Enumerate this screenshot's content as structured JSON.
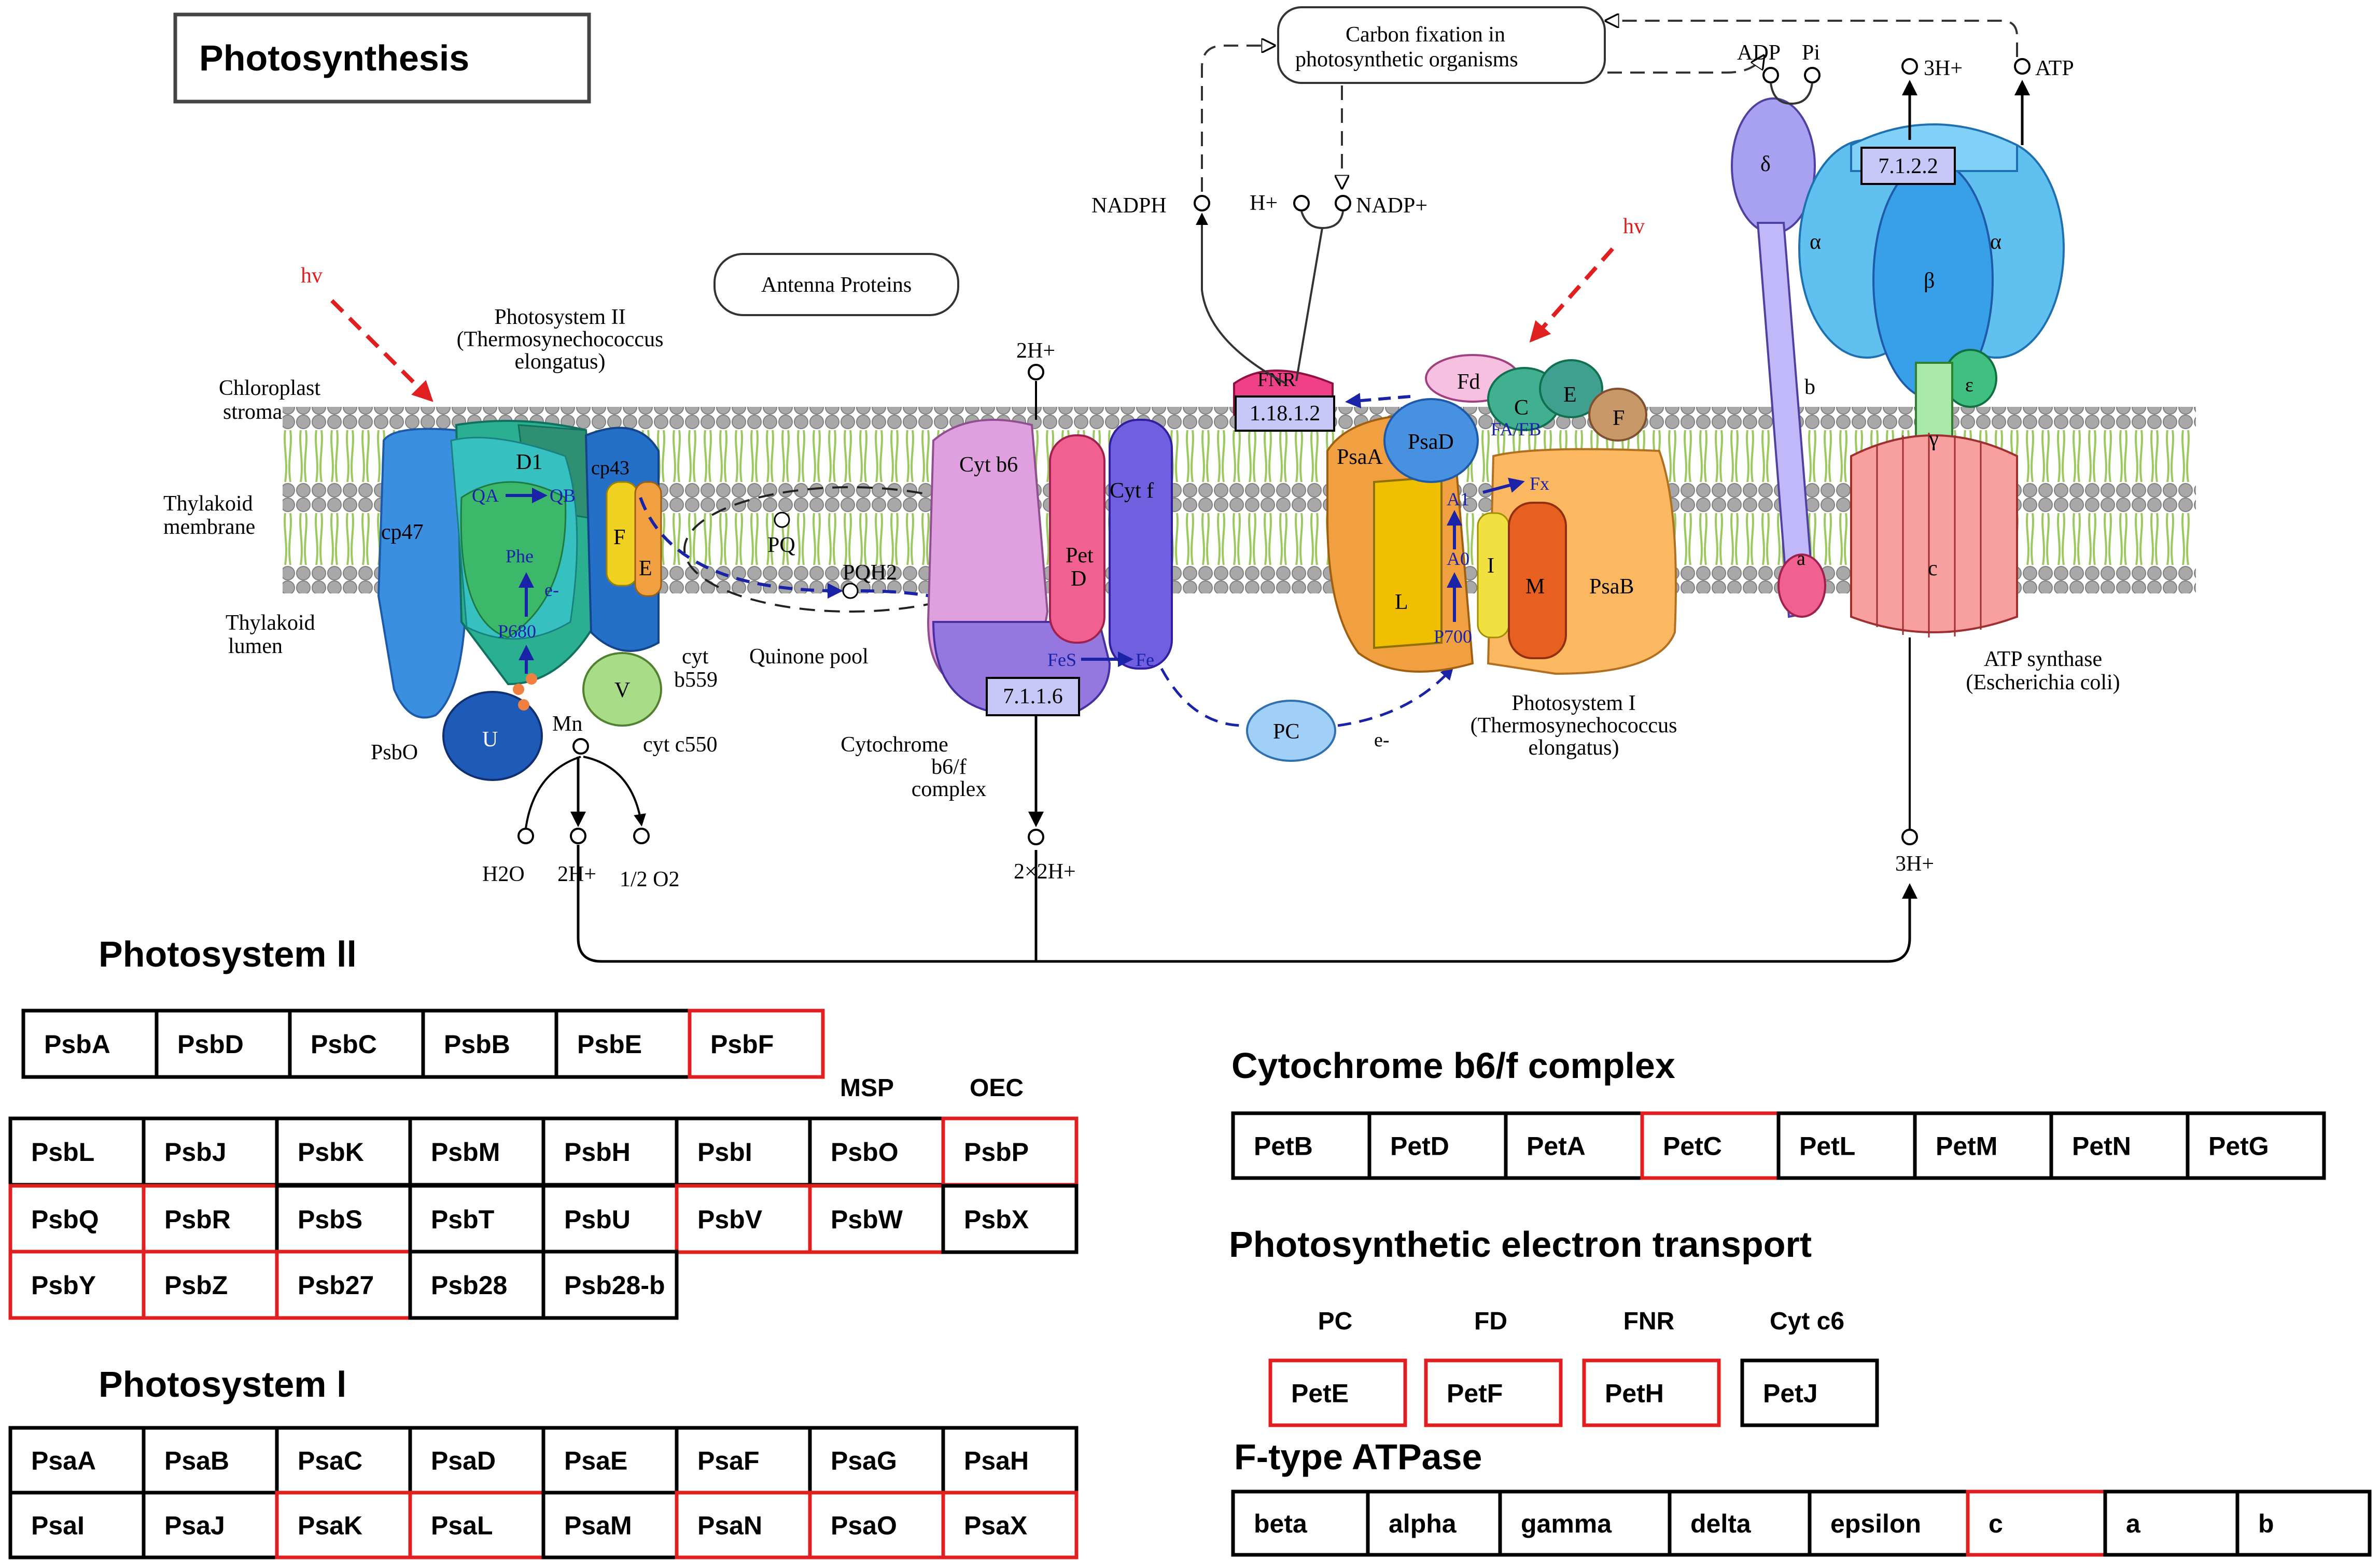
{
  "title": "Photosynthesis",
  "diagram": {
    "hv": "hv",
    "carbon_fixation": [
      "Carbon fixation in",
      "photosynthetic organisms"
    ],
    "antenna": "Antenna Proteins",
    "stroma": [
      "Chloroplast",
      "stroma"
    ],
    "membrane": [
      "Thylakoid",
      "membrane"
    ],
    "lumen": [
      "Thylakoid",
      "lumen"
    ],
    "psii_title": [
      "Photosystem II",
      "(Thermosynechococcus",
      "elongatus)"
    ],
    "psi_title": [
      "Photosystem I",
      "(Thermosynechococcus",
      "elongatus)"
    ],
    "cytb6f_title": [
      "Cytochrome",
      "b6/f",
      "complex"
    ],
    "atp_title": [
      "ATP synthase",
      "(Escherichia coli)"
    ],
    "quinone_pool": "Quinone pool",
    "ec_fnr": "1.18.1.2",
    "ec_cytb6f": "7.1.1.6",
    "ec_atp": "7.1.2.2",
    "cpd": {
      "nadph": "NADPH",
      "hplus": "H+",
      "nadp": "NADP+",
      "adp": "ADP",
      "pi": "Pi",
      "h3": "3H+",
      "atp": "ATP",
      "h2_top": "2H+",
      "h2o": "H2O",
      "h2_bot": "2H+",
      "o2": "1/2 O2",
      "h2x2": "2×2H+",
      "h3_bot": "3H+",
      "mn": "Mn",
      "em": "e-"
    },
    "psii": {
      "cp47": "cp47",
      "d1": "D1",
      "cp43": "cp43",
      "qa": "QA",
      "qb": "QB",
      "phe": "Phe",
      "e": "e-",
      "p680": "P680",
      "f": "F",
      "e2": "E",
      "u": "U",
      "v": "V",
      "psbo": "PsbO",
      "cyt559": [
        "cyt",
        "b559"
      ],
      "cytc550": "cyt c550",
      "pq": "PQ",
      "pqh2": "PQH2"
    },
    "cyt": {
      "cytb6": "Cyt b6",
      "pet": [
        "Pet",
        "D"
      ],
      "cytf": "Cyt f",
      "fes": "FeS",
      "fe": "Fe",
      "pc": "PC"
    },
    "psi": {
      "fnr": "FNR",
      "fd": "Fd",
      "psaa": "PsaA",
      "psad": "PsaD",
      "c": "C",
      "e": "E",
      "f": "F",
      "fafb": "FA/FB",
      "fx": "Fx",
      "a1": "A1",
      "a0": "A0",
      "p700": "P700",
      "l": "L",
      "i": "I",
      "m": "M",
      "psab": "PsaB"
    },
    "atps": {
      "delta": "δ",
      "alpha1": "α",
      "alpha2": "α",
      "beta": "β",
      "epsilon": "ε",
      "gamma": "γ",
      "b": "b",
      "a": "a",
      "c": "c"
    }
  },
  "gene_sections": {
    "psii": {
      "title": "Photosystem ll",
      "msp": "MSP",
      "oec": "OEC",
      "rows": [
        [
          [
            "PsbA",
            0
          ],
          [
            "PsbD",
            0
          ],
          [
            "PsbC",
            0
          ],
          [
            "PsbB",
            0
          ],
          [
            "PsbE",
            0
          ],
          [
            "PsbF",
            1
          ]
        ],
        [
          [
            "PsbL",
            0
          ],
          [
            "PsbJ",
            0
          ],
          [
            "PsbK",
            0
          ],
          [
            "PsbM",
            0
          ],
          [
            "PsbH",
            0
          ],
          [
            "PsbI",
            0
          ],
          [
            "PsbO",
            0
          ],
          [
            "PsbP",
            1
          ]
        ],
        [
          [
            "PsbQ",
            1
          ],
          [
            "PsbR",
            1
          ],
          [
            "PsbS",
            0
          ],
          [
            "PsbT",
            0
          ],
          [
            "PsbU",
            0
          ],
          [
            "PsbV",
            1
          ],
          [
            "PsbW",
            1
          ],
          [
            "PsbX",
            0
          ]
        ],
        [
          [
            "PsbY",
            1
          ],
          [
            "PsbZ",
            1
          ],
          [
            "Psb27",
            1
          ],
          [
            "Psb28",
            0
          ],
          [
            "Psb28-b",
            0
          ]
        ]
      ]
    },
    "psi": {
      "title": "Photosystem l",
      "rows": [
        [
          [
            "PsaA",
            0
          ],
          [
            "PsaB",
            0
          ],
          [
            "PsaC",
            0
          ],
          [
            "PsaD",
            0
          ],
          [
            "PsaE",
            0
          ],
          [
            "PsaF",
            0
          ],
          [
            "PsaG",
            0
          ],
          [
            "PsaH",
            0
          ]
        ],
        [
          [
            "PsaI",
            0
          ],
          [
            "PsaJ",
            0
          ],
          [
            "PsaK",
            1
          ],
          [
            "PsaL",
            1
          ],
          [
            "PsaM",
            0
          ],
          [
            "PsaN",
            1
          ],
          [
            "PsaO",
            1
          ],
          [
            "PsaX",
            1
          ]
        ]
      ]
    },
    "cyt": {
      "title": "Cytochrome b6/f complex",
      "row": [
        [
          "PetB",
          0
        ],
        [
          "PetD",
          0
        ],
        [
          "PetA",
          0
        ],
        [
          "PetC",
          1
        ],
        [
          "PetL",
          0
        ],
        [
          "PetM",
          0
        ],
        [
          "PetN",
          0
        ],
        [
          "PetG",
          0
        ]
      ]
    },
    "pet": {
      "title": "Photosynthetic electron transport",
      "items": [
        [
          "PC",
          "PetE",
          1
        ],
        [
          "FD",
          "PetF",
          1
        ],
        [
          "FNR",
          "PetH",
          1
        ],
        [
          "Cyt c6",
          "PetJ",
          0
        ]
      ]
    },
    "atp": {
      "title": "F-type ATPase",
      "row": [
        [
          "beta",
          0
        ],
        [
          "alpha",
          0
        ],
        [
          "gamma",
          0
        ],
        [
          "delta",
          0
        ],
        [
          "epsilon",
          0
        ],
        [
          "c",
          1
        ],
        [
          "a",
          0
        ],
        [
          "b",
          0
        ]
      ]
    }
  },
  "colors": {
    "highlight": "#e02020",
    "normal": "#000000"
  }
}
